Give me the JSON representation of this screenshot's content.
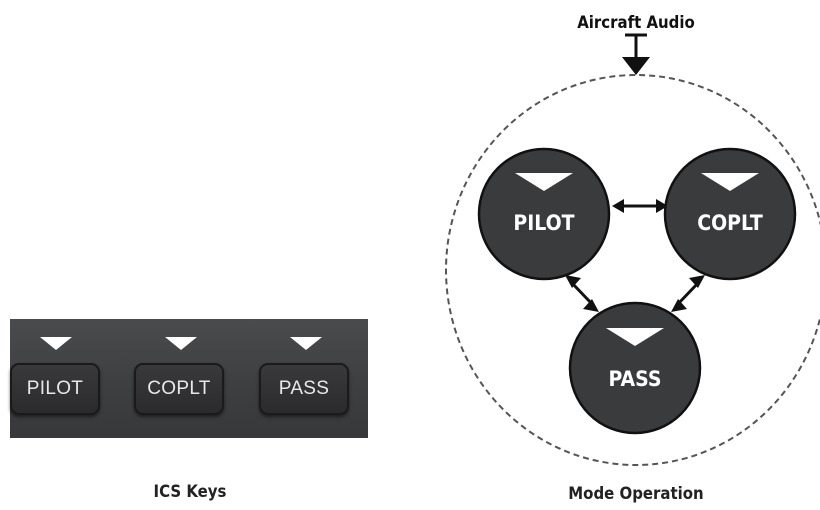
{
  "ics_keys": {
    "keys": [
      {
        "label": "PILOT"
      },
      {
        "label": "COPLT"
      },
      {
        "label": "PASS"
      }
    ],
    "caption": "ICS Keys"
  },
  "mode_operation": {
    "input_label": "Aircraft Audio",
    "modes": [
      {
        "label": "PILOT"
      },
      {
        "label": "COPLT"
      },
      {
        "label": "PASS"
      }
    ],
    "caption": "Mode Operation"
  },
  "colors": {
    "mode_fill": "#3a3b3d",
    "arrow": "#111111",
    "dashed_ring": "#555555",
    "indicator": "#ffffff"
  }
}
